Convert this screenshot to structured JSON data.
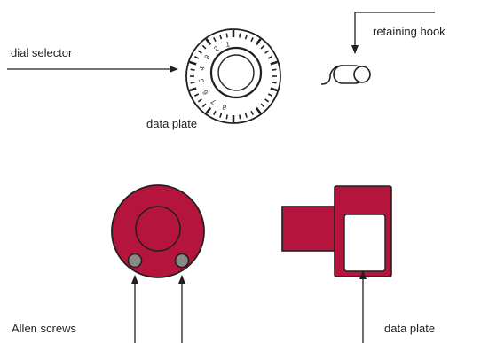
{
  "labels": {
    "dial_selector": "dial selector",
    "data_plate_top": "data plate",
    "retaining_hook": "retaining hook",
    "allen_screws": "Allen screws",
    "data_plate_bottom": "data plate"
  },
  "dial": {
    "numbers": [
      "1",
      "2",
      "3",
      "4",
      "5",
      "6",
      "7",
      "8"
    ]
  },
  "colors": {
    "part_fill": "#b5153c",
    "outline": "#231f20",
    "screw_fill": "#8a8a8a",
    "window_fill": "#ffffff"
  }
}
